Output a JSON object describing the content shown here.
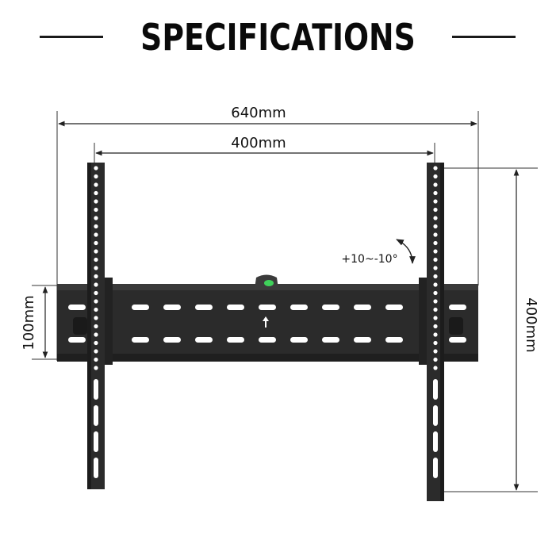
{
  "title": "SPECIFICATIONS",
  "dimensions": {
    "overall_width": "640mm",
    "vesa_width": "400mm",
    "vesa_height": "400mm",
    "plate_height": "100mm"
  },
  "tilt_label": "+10~-10°",
  "colors": {
    "metal": "#2b2b2b",
    "metal_dark": "#1c1c1c",
    "slot": "#ffffff",
    "level_bubble": "#3fd15a",
    "dimension_line": "#222222"
  }
}
